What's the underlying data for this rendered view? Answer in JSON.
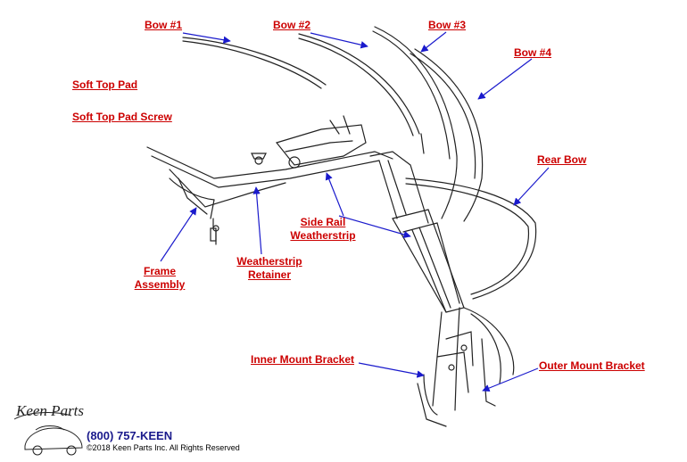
{
  "labels": {
    "bow1": "Bow #1",
    "bow2": "Bow #2",
    "bow3": "Bow #3",
    "bow4": "Bow #4",
    "soft_top_pad": "Soft Top Pad",
    "soft_top_pad_screw": "Soft Top Pad Screw",
    "rear_bow": "Rear Bow",
    "side_rail_line1": "Side Rail",
    "side_rail_line2": "Weatherstrip",
    "weatherstrip_line1": "Weatherstrip",
    "weatherstrip_line2": "Retainer",
    "frame_line1": "Frame",
    "frame_line2": "Assembly",
    "inner_mount_bracket": "Inner Mount Bracket",
    "outer_mount_bracket": "Outer Mount Bracket"
  },
  "footer": {
    "logo_text": "Keen Parts",
    "phone": "(800) 757-KEEN",
    "copyright": "©2018 Keen Parts Inc. All Rights Reserved"
  },
  "colors": {
    "label": "#cc0000",
    "arrow": "#1a1acc",
    "line_art": "#222222",
    "phone": "#1a1a8c"
  }
}
